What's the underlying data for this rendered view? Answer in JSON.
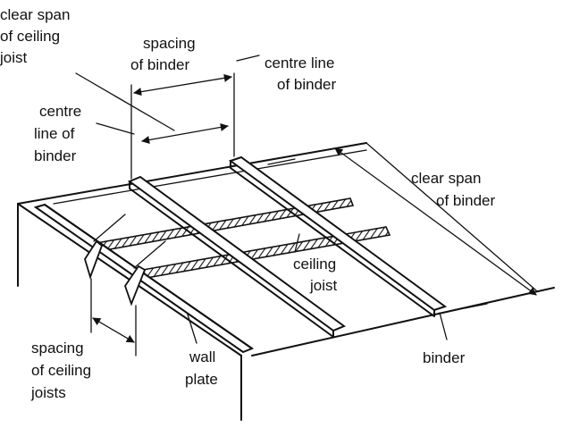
{
  "labels": {
    "clear_span_ceiling_joist": [
      "clear span",
      "of ceiling",
      "joist"
    ],
    "spacing_of_binder": [
      "spacing",
      "of binder"
    ],
    "centre_line_of_binder_right": [
      "centre line",
      "of binder"
    ],
    "centre_line_of_binder_left": [
      "centre",
      "line of",
      "binder"
    ],
    "clear_span_of_binder": [
      "clear span",
      "of binder"
    ],
    "ceiling_joist": [
      "ceiling",
      "joist"
    ],
    "spacing_of_ceiling_joists": [
      "spacing",
      "of ceiling",
      "joists"
    ],
    "wall_plate": [
      "wall",
      "plate"
    ],
    "binder": [
      "binder"
    ]
  },
  "colors": {
    "ink": "#111111",
    "background": "#ffffff"
  }
}
